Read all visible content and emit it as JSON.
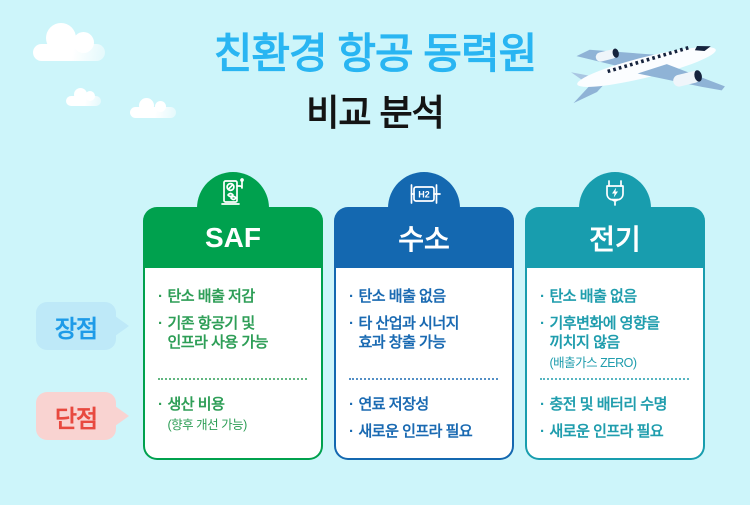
{
  "page": {
    "background_color": "#CDF5FA"
  },
  "header": {
    "title_line1": "친환경 항공 동력원",
    "title_line2": "비교 분석",
    "title_color": "#29B5F2",
    "subtitle_color": "#141414"
  },
  "decor": {
    "airplane_icon": "airplane-icon",
    "cloud_icon": "cloud-icon"
  },
  "glyphs": {
    "bullet": "·"
  },
  "row_labels": {
    "advantage": {
      "label": "장점",
      "text_color": "#1E9BE8",
      "bg_color": "#BEE9F8"
    },
    "disadvantage": {
      "label": "단점",
      "text_color": "#E8493F",
      "bg_color": "#F9D3D1"
    }
  },
  "columns": [
    {
      "title": "SAF",
      "icon": "fuel-pump-eco-icon",
      "color": "#00A14E",
      "text_color": "#2E9E57",
      "pros": [
        {
          "lines": [
            "탄소 배출 저감"
          ]
        },
        {
          "lines": [
            "기존 항공기 및",
            "인프라 사용 가능"
          ]
        }
      ],
      "cons": [
        {
          "lines": [
            "생산 비용"
          ],
          "note": "(향후 개선 가능)"
        }
      ]
    },
    {
      "title": "수소",
      "icon": "hydrogen-tank-icon",
      "icon_label": "H2",
      "color": "#1468B0",
      "text_color": "#1A6AB2",
      "pros": [
        {
          "lines": [
            "탄소 배출 없음"
          ]
        },
        {
          "lines": [
            "타 산업과 시너지",
            "효과 창출 가능"
          ]
        }
      ],
      "cons": [
        {
          "lines": [
            "연료 저장성"
          ]
        },
        {
          "lines": [
            "새로운 인프라 필요"
          ]
        }
      ]
    },
    {
      "title": "전기",
      "icon": "electric-plug-icon",
      "color": "#189DAE",
      "text_color": "#1F9DAD",
      "pros": [
        {
          "lines": [
            "탄소 배출 없음"
          ]
        },
        {
          "lines": [
            "기후변화에 영향을",
            "끼치지 않음"
          ],
          "note": "(배출가스 ZERO)"
        }
      ],
      "cons": [
        {
          "lines": [
            "충전 및 배터리 수명"
          ]
        },
        {
          "lines": [
            "새로운 인프라 필요"
          ]
        }
      ]
    }
  ]
}
